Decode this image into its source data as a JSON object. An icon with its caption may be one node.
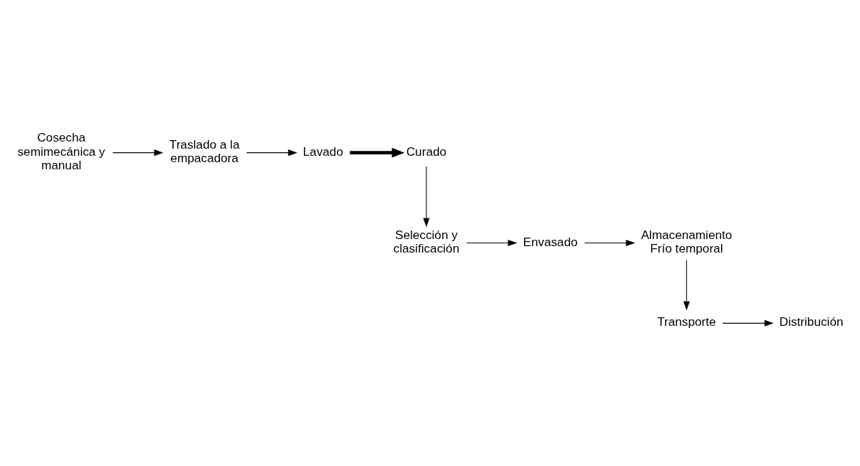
{
  "diagram": {
    "nodes": [
      {
        "text": [
          "Cosecha semimecánica y manual"
        ]
      },
      {
        "text": [
          "Traslado a la empacadora"
        ]
      },
      {
        "text": [
          "Lavado"
        ]
      },
      {
        "text": [
          "Curado"
        ]
      },
      {
        "text": [
          "Selección y clasificación"
        ]
      },
      {
        "text": [
          "Envasado"
        ]
      },
      {
        "text": [
          "Almacenamiento Frío temporal"
        ]
      },
      {
        "text": [
          "Transporte"
        ]
      },
      {
        "text": [
          "Distribución"
        ]
      }
    ],
    "edges": [
      {
        "from": 0,
        "to": 1,
        "arrow": "to"
      },
      {
        "from": 1,
        "to": 2,
        "arrow": "to"
      },
      {
        "from": 2,
        "to": 3,
        "arrow": "to",
        "style": "thick"
      },
      {
        "from": 3,
        "to": 4,
        "arrow": "to"
      },
      {
        "from": 4,
        "to": 5,
        "arrow": "to"
      },
      {
        "from": 5,
        "to": 6,
        "arrow": "to"
      },
      {
        "from": 6,
        "to": 7,
        "arrow": "to"
      },
      {
        "from": 7,
        "to": 8,
        "arrow": "to"
      }
    ]
  }
}
